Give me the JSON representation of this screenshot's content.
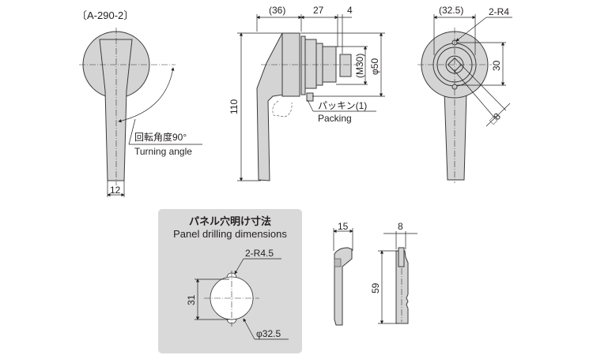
{
  "model_label": "〔A-290-2〕",
  "front_view": {
    "turning_angle_jp": "回転角度90°",
    "turning_angle_en": "Turning angle",
    "width_dim": "12"
  },
  "side_view": {
    "dim_36": "(36)",
    "dim_27": "27",
    "dim_4": "4",
    "dim_110": "110",
    "dim_m30": "(M30)",
    "dim_phi50": "φ50",
    "packing_jp": "パッキン(1)",
    "packing_en": "Packing"
  },
  "rear_view": {
    "dim_32_5": "(32.5)",
    "dim_2r4": "2-R4",
    "dim_30": "30",
    "dim_sq8": "□8"
  },
  "panel_drilling": {
    "title_jp": "パネル穴明け寸法",
    "title_en": "Panel drilling dimensions",
    "dim_2r45": "2-R4.5",
    "dim_31": "31",
    "dim_phi32_5": "φ32.5"
  },
  "lever_views": {
    "dim_15": "15",
    "dim_8": "8",
    "dim_59": "59"
  }
}
